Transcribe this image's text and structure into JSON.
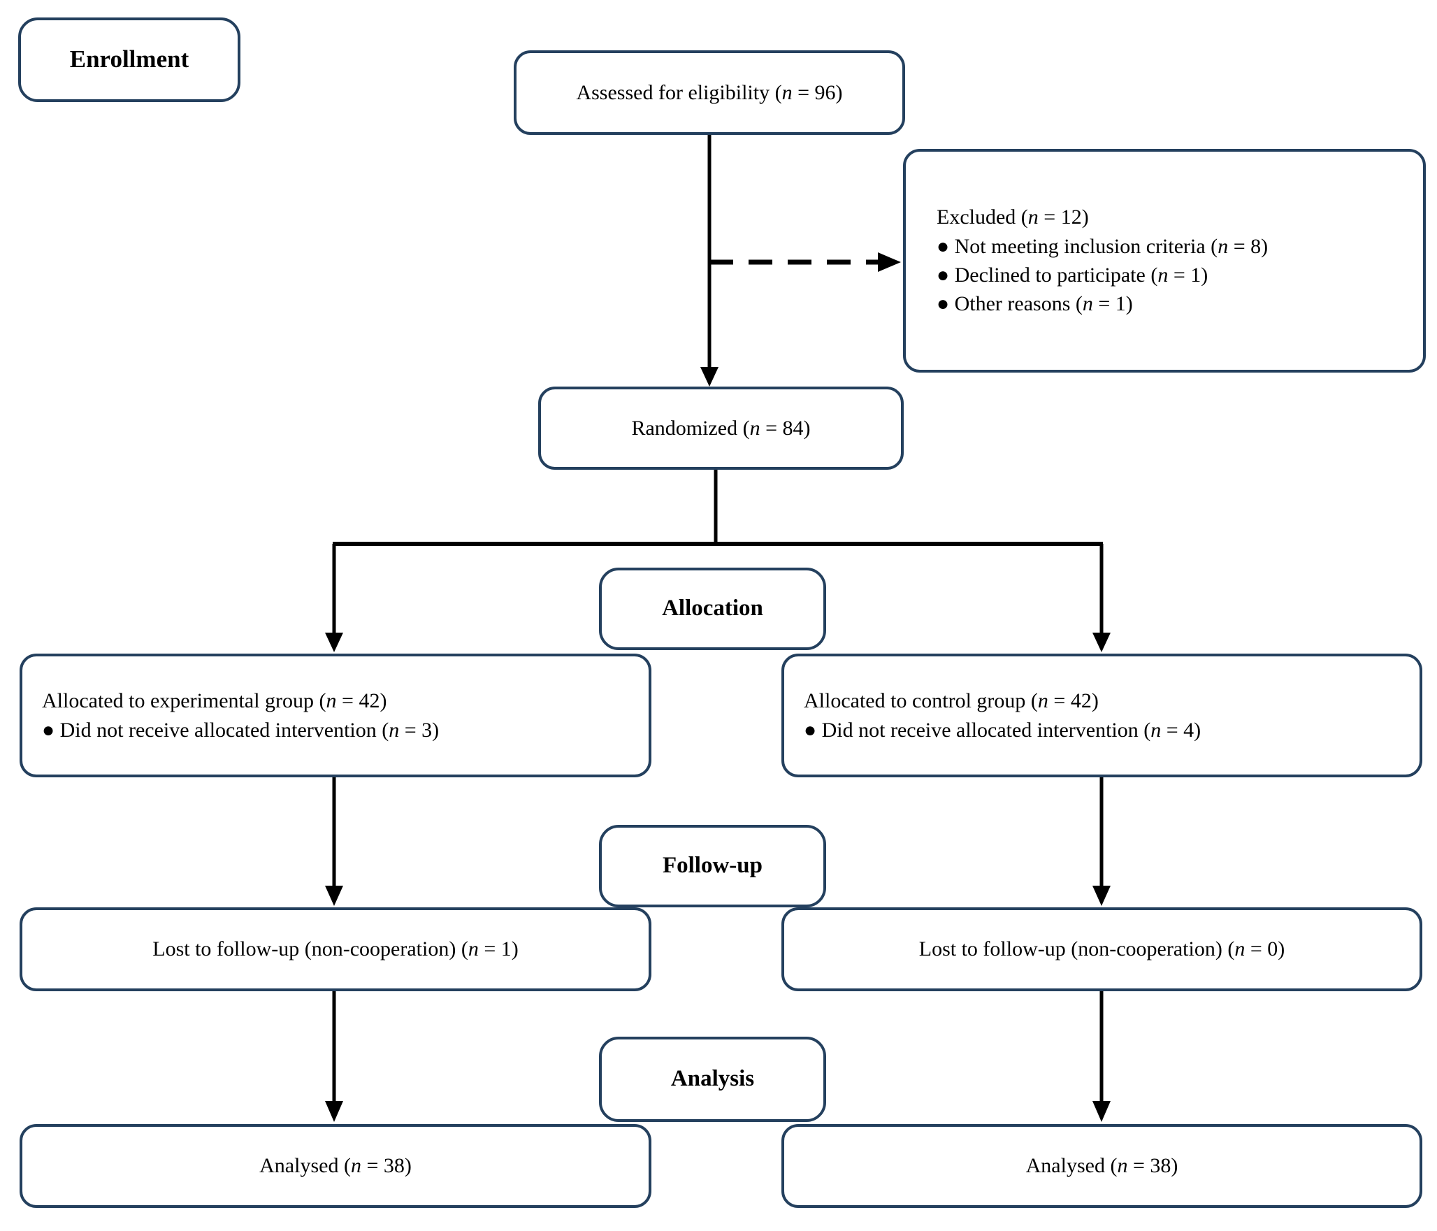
{
  "accent_color": "#24405E",
  "stages": {
    "enrollment": "Enrollment",
    "allocation": "Allocation",
    "followup": "Follow-up",
    "analysis": "Analysis"
  },
  "boxes": {
    "assessed": "Assessed for eligibility (n = 96)",
    "excluded": {
      "title": "Excluded (n = 12)",
      "items": [
        "● Not meeting inclusion criteria (n = 8)",
        "● Declined to participate (n = 1)",
        "● Other reasons (n = 1)"
      ]
    },
    "randomized": "Randomized (n = 84)",
    "allocated_experimental": {
      "title": "Allocated to experimental group (n = 42)",
      "items": [
        "● Did not receive allocated intervention (n = 3)"
      ]
    },
    "allocated_control": {
      "title": "Allocated to control group (n = 42)",
      "items": [
        "● Did not receive allocated intervention (n = 4)"
      ]
    },
    "lost_experimental": "Lost to follow-up (non-cooperation) (n = 1)",
    "lost_control": "Lost to follow-up (non-cooperation) (n = 0)",
    "analysed_experimental": "Analysed (n = 38)",
    "analysed_control": "Analysed (n = 38)"
  }
}
